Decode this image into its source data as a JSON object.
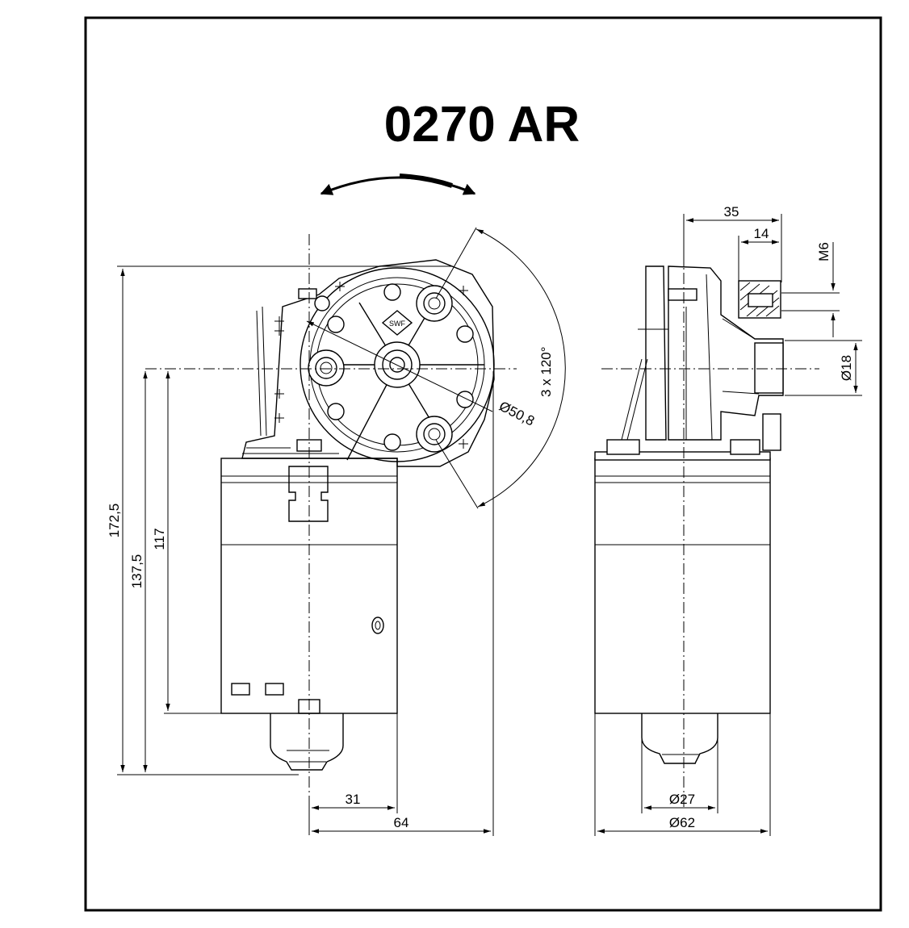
{
  "drawing": {
    "title": "0270 AR",
    "logo_text": "SWF",
    "dimensions": {
      "width_31": "31",
      "width_64": "64",
      "height_172_5": "172,5",
      "height_137_5": "137,5",
      "height_117": "117",
      "diameter_50_8": "Ø50,8",
      "angle_3x120": "3 x 120°",
      "side_35": "35",
      "side_14": "14",
      "thread_m6": "M6",
      "diameter_18": "Ø18",
      "diameter_27": "Ø27",
      "diameter_62": "Ø62"
    }
  }
}
